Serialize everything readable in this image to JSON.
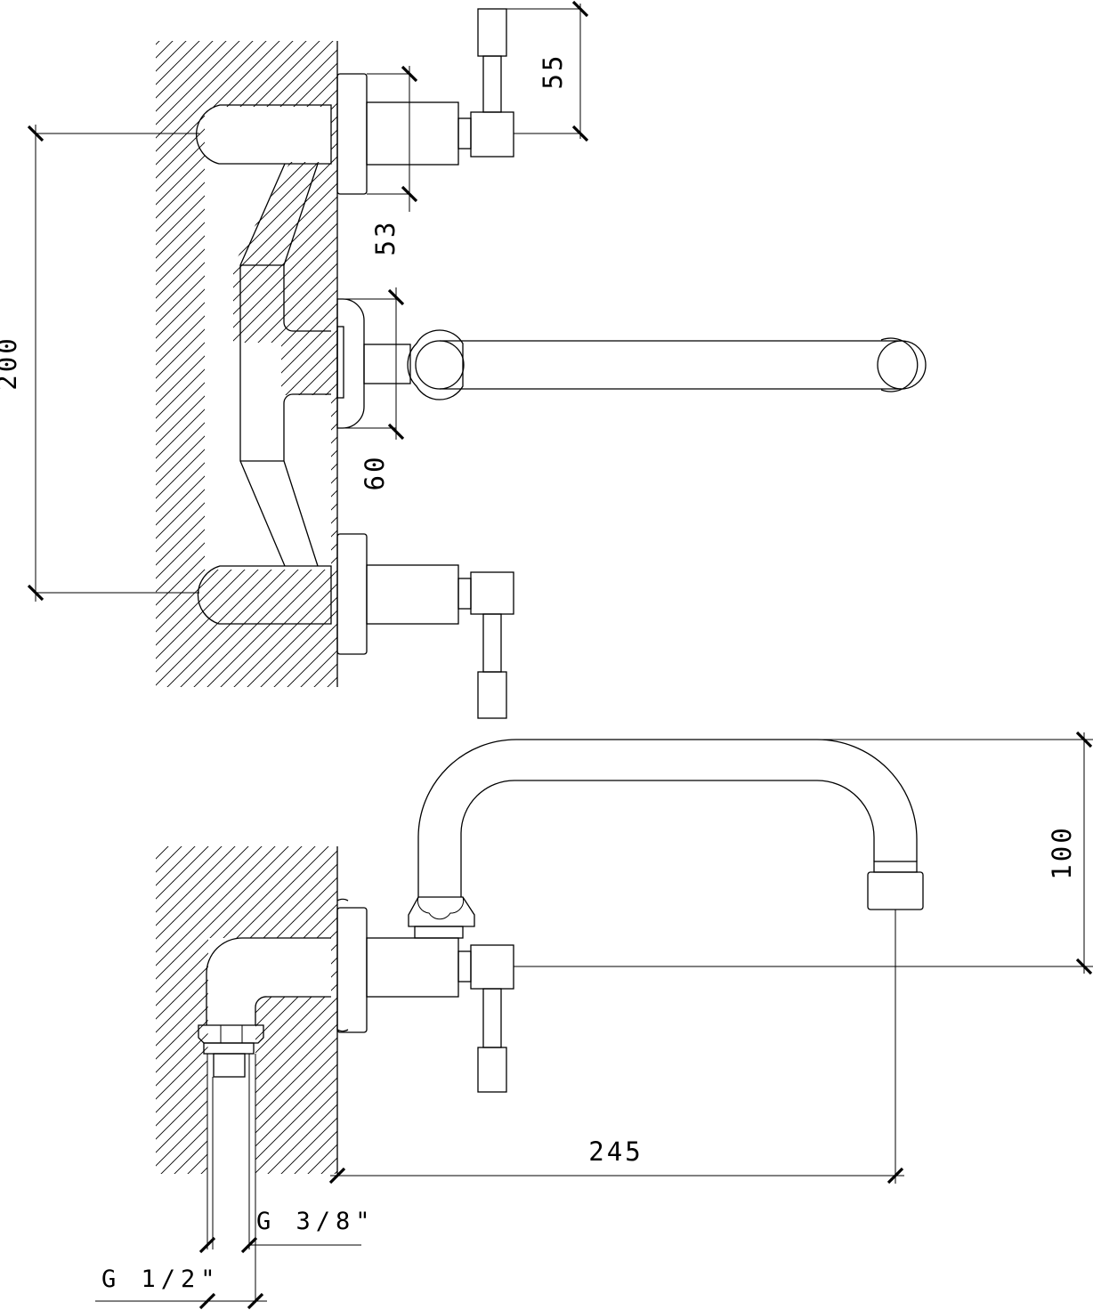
{
  "drawing": {
    "type": "technical-drawing",
    "subject": "wall-mounted mixer tap with swivel spout",
    "views": [
      "top view",
      "side view"
    ],
    "line_color": "#000000",
    "background": "#ffffff"
  },
  "dimensions": {
    "top_handle_length": "55",
    "flange_depth": "53",
    "spout_flange_height": "60",
    "center_distance": "200",
    "spout_height": "100",
    "spout_reach": "245"
  },
  "threads": {
    "inner_pipe": "G 3/8\"",
    "outer_pipe": "G 1/2\""
  }
}
